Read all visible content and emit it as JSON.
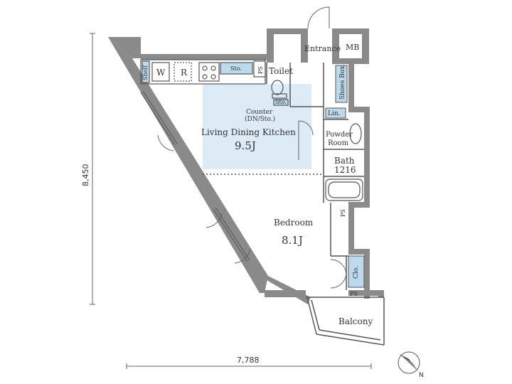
{
  "rooms": {
    "entrance": "Entrance",
    "mb": "MB",
    "shelf": "Shelf",
    "w": "W",
    "r": "R",
    "sto_kitchen": "Sto.",
    "ps_top": "PS",
    "toilet": "Toilet",
    "sto_toilet": "Sto.",
    "shoes_box": "Shoes Box",
    "lin": "Lin.",
    "counter_line1": "Counter",
    "counter_line2": "(DN/Sto.)",
    "ldk": "Living Dining Kitchen",
    "ldk_size": "9.5J",
    "powder_line1": "Powder",
    "powder_line2": "Room",
    "bath_line1": "Bath",
    "bath_line2": "1216",
    "ps_mid": "PS",
    "bedroom": "Bedroom",
    "bedroom_size": "8.1J",
    "clo": "Clo.",
    "ps_bottom": "PS",
    "balcony": "Balcony"
  },
  "dimensions": {
    "height": "8,450",
    "width": "7,788"
  },
  "compass": {
    "north": "N"
  },
  "colors": {
    "wall": "#7f7f7f",
    "ldk_highlight": "#dcebf6",
    "fixture_blue": "#bcd9ee",
    "line": "#555555"
  }
}
